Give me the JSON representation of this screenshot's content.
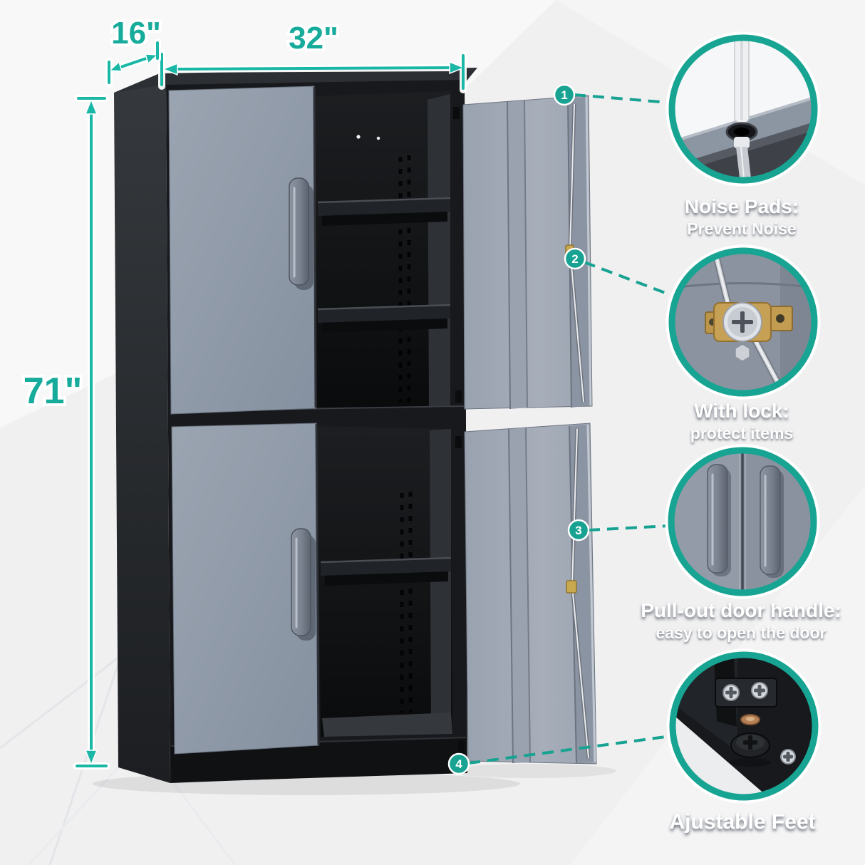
{
  "colors": {
    "accent_teal": "#17a99a",
    "accent_teal_bright": "#1bb7a6",
    "cabinet_black": "#1b1d20",
    "door_gray": "#8d96a4",
    "background": "#f0f0f1"
  },
  "dimensions": {
    "depth_label": "16\"",
    "width_label": "32\"",
    "height_label": "71\""
  },
  "features": [
    {
      "number": "1",
      "title": "Noise Pads:",
      "subtitle": "Prevent Noise"
    },
    {
      "number": "2",
      "title": "With lock:",
      "subtitle": "protect items"
    },
    {
      "number": "3",
      "title": "Pull-out door handle:",
      "subtitle": "easy to open the door"
    },
    {
      "number": "4",
      "title": "Ajustable Feet"
    }
  ]
}
